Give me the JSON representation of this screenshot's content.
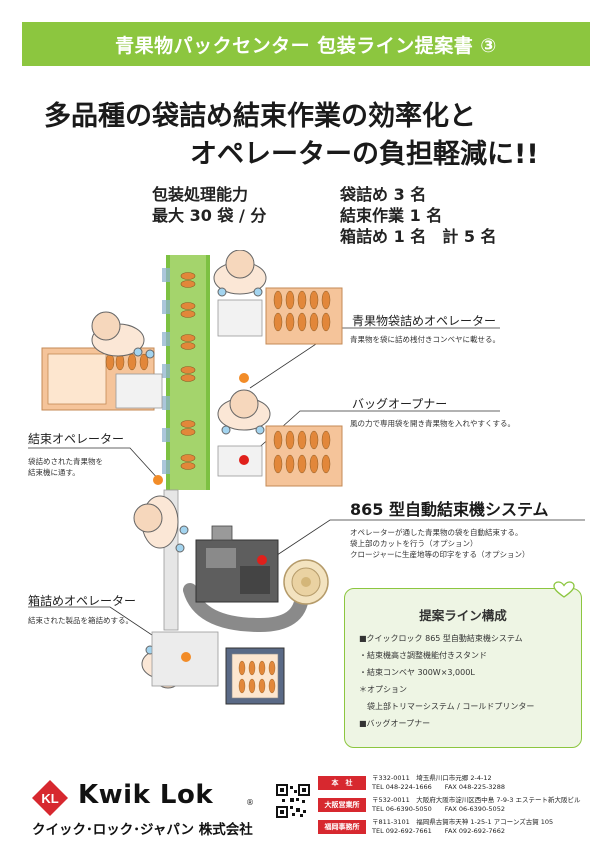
{
  "banner": {
    "title": "青果物パックセンター 包装ライン提案書 ③"
  },
  "headline": {
    "line1": "多品種の袋詰め結束作業の効率化と",
    "line2": "オペレーターの負担軽減に!!"
  },
  "capacity": {
    "line1": "包装処理能力",
    "line2": "最大 30 袋 / 分"
  },
  "staff": {
    "line1": "袋詰め 3 名",
    "line2": "結束作業 1 名",
    "line3": "箱詰め 1 名　計 5 名"
  },
  "callouts": {
    "bagging": {
      "title": "青果物袋詰めオペレーター",
      "desc": "青果物を袋に詰め桟付きコンベヤに載せる。"
    },
    "opener": {
      "title": "バッグオープナー",
      "desc": "風の力で専用袋を開き青果物を入れやすくする。"
    },
    "tying": {
      "title": "結束オペレーター",
      "desc1": "袋詰めされた青果物を",
      "desc2": "結束機に通す。"
    },
    "machine": {
      "title": "865 型自動結束機システム",
      "desc1": "オペレーターが通した青果物の袋を自動結束する。",
      "desc2": "袋上部のカットを行う（オプション）",
      "desc3": "クロージャーに生産地等の印字をする（オプション）"
    },
    "boxing": {
      "title": "箱詰めオペレーター",
      "desc": "結束された製品を箱詰めする。"
    }
  },
  "panel": {
    "title": "提案ライン構成",
    "lines": [
      "■クイックロック 865 型自動結束機システム",
      "・結束機高さ調整機能付きスタンド",
      "・結束コンベヤ 300W×3,000L",
      "＊オプション",
      "　袋上部トリマーシステム / コールドプリンター",
      "■バッグオープナー"
    ]
  },
  "footer": {
    "logo_badge": "KL",
    "logo_text": "Kwik Lok",
    "registered": "®",
    "company": "クイック･ロック･ジャパン 株式会社",
    "offices": [
      {
        "tag": "本　社",
        "line1": "〒332-0011　埼玉県川口市元郷 2-4-12",
        "line2": "TEL 048-224-1666　　FAX 048-225-3288"
      },
      {
        "tag": "大阪営業所",
        "line1": "〒532-0011　大阪府大阪市淀川区西中島 7-9-3 エステート新大阪ビル",
        "line2": "TEL 06-6390-5050　　FAX 06-6390-5052"
      },
      {
        "tag": "福岡事務所",
        "line1": "〒811-3101　福岡県古賀市天神 1-25-1 アコーンズ古賀 105",
        "line2": "TEL 092-692-7661　　FAX 092-692-7662"
      }
    ]
  },
  "colors": {
    "brand_green": "#8cc63f",
    "conveyor_green": "#7dc142",
    "accent_orange": "#f28c28",
    "accent_red": "#e0201b",
    "logo_red": "#d7282f",
    "skin": "#f6d7bc",
    "carrot": "#e2873a",
    "crate": "#f5c49a"
  }
}
